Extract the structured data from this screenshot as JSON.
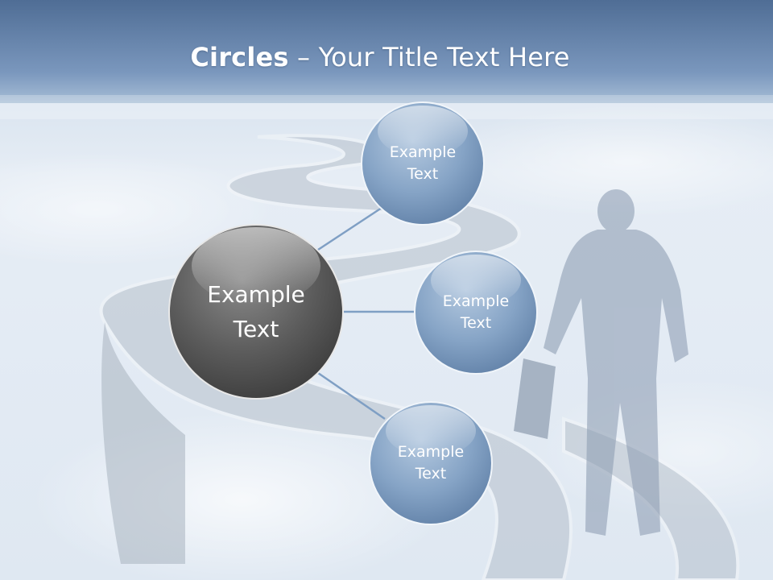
{
  "title": {
    "bold": "Circles",
    "rest": " – Your Title Text Here"
  },
  "diagram": {
    "center": {
      "line1": "Example",
      "line2": "Text"
    },
    "nodes": [
      {
        "line1": "Example",
        "line2": "Text"
      },
      {
        "line1": "Example",
        "line2": "Text"
      },
      {
        "line1": "Example",
        "line2": "Text"
      }
    ]
  },
  "colors": {
    "header": "#5c7aa0",
    "center_circle": "#5a5a5a",
    "node_circle": "#7f9fc4",
    "connector": "#7f9fc4"
  }
}
